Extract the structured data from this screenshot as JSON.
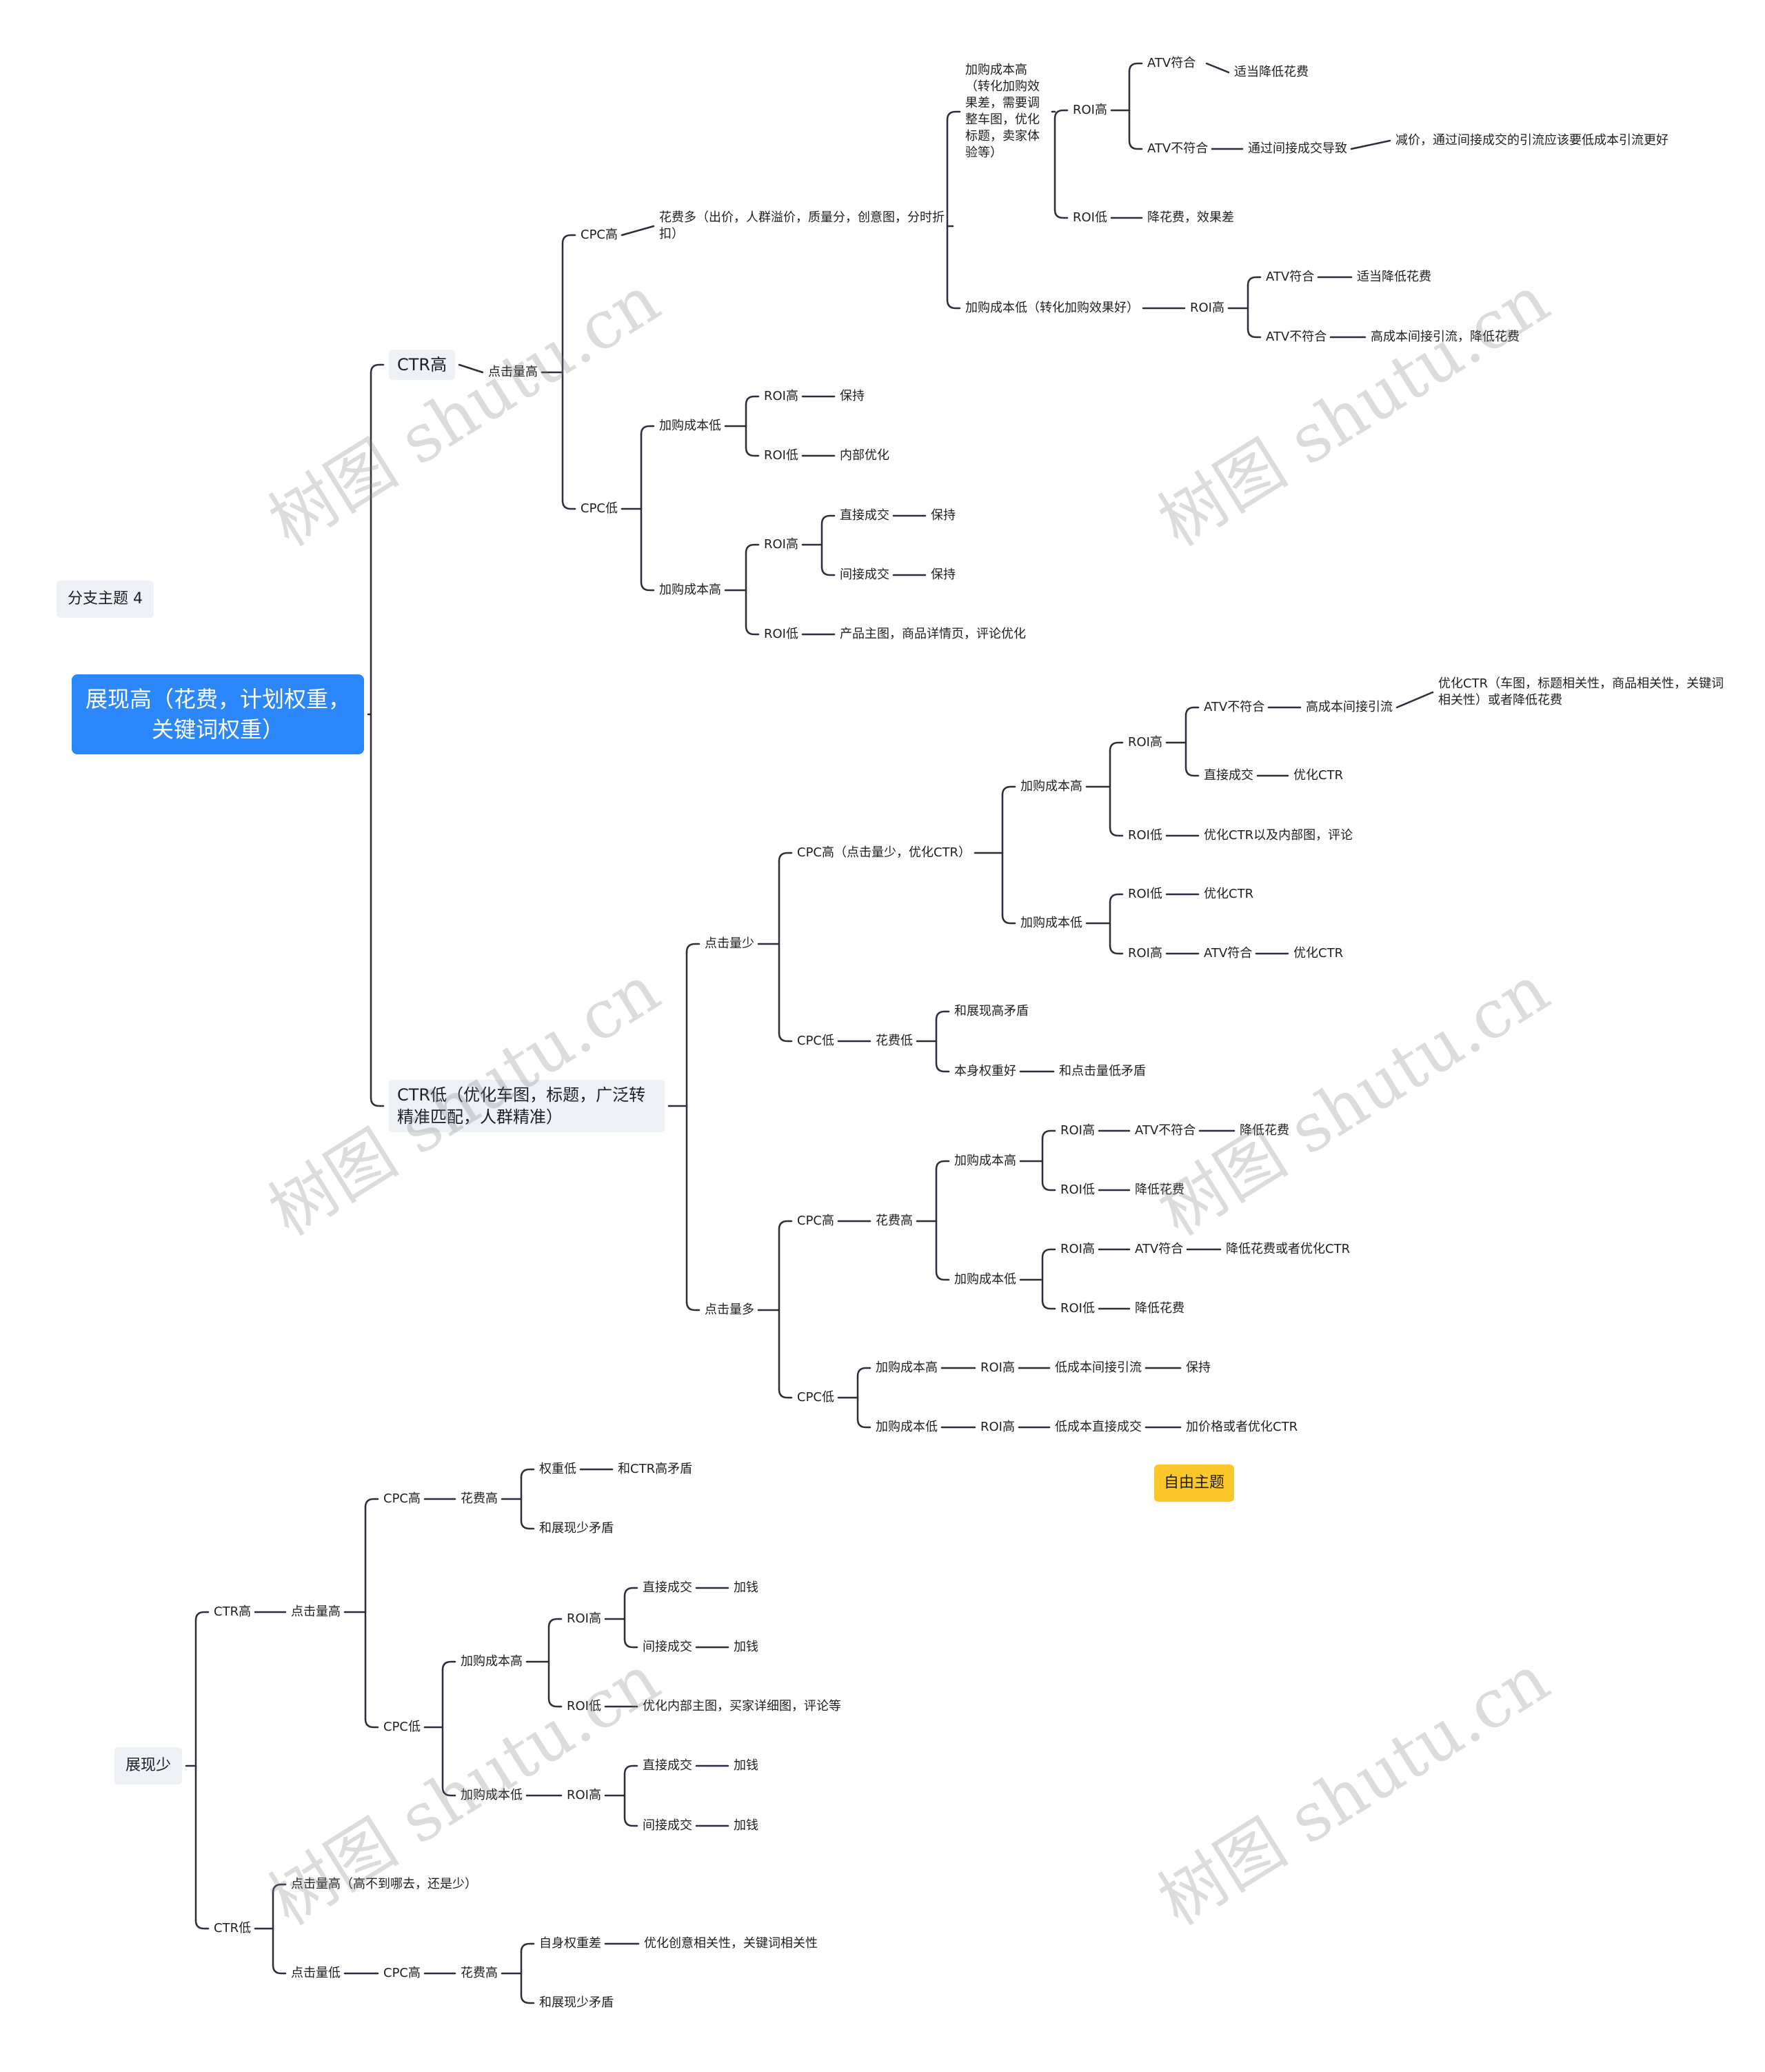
{
  "line_color": "#2a2f3d",
  "root_color": "#2b87fa",
  "free_color": "#fcc72b",
  "watermark": "树图 shutu.cn",
  "floating_topic": "分支主题 4",
  "free_topic": "自由主题",
  "nodes": [
    {
      "id": "root",
      "label": "展现高（花费，计划权重，关键词权重）",
      "children": [
        "a1",
        "a2"
      ]
    },
    {
      "id": "a1",
      "label": "CTR高",
      "children": [
        "b1"
      ]
    },
    {
      "id": "b1",
      "label": "点击量高",
      "children": [
        "c1",
        "c2"
      ]
    },
    {
      "id": "c1",
      "label": "CPC高",
      "children": [
        "d1"
      ]
    },
    {
      "id": "d1",
      "label": "花费多（出价，人群溢价，质量分，创意图，分时折扣）",
      "children": [
        "e1",
        "e2"
      ]
    },
    {
      "id": "e1",
      "label": "加购成本高（转化加购效果差，需要调整车图，优化标题，卖家体验等）",
      "children": [
        "f1",
        "f2"
      ]
    },
    {
      "id": "f1",
      "label": "ROI高",
      "children": [
        "g1",
        "g2"
      ]
    },
    {
      "id": "g1",
      "label": "ATV符合",
      "children": [
        "h1"
      ]
    },
    {
      "id": "h1",
      "label": "适当降低花费",
      "children": []
    },
    {
      "id": "g2",
      "label": "ATV不符合",
      "children": [
        "h2"
      ]
    },
    {
      "id": "h2",
      "label": "通过间接成交导致",
      "children": [
        "i1"
      ]
    },
    {
      "id": "i1",
      "label": "减价，通过间接成交的引流应该要低成本引流更好",
      "children": []
    },
    {
      "id": "f2",
      "label": "ROI低",
      "children": [
        "g3"
      ]
    },
    {
      "id": "g3",
      "label": "降花费，效果差",
      "children": []
    },
    {
      "id": "e2",
      "label": "加购成本低（转化加购效果好）",
      "children": [
        "f3"
      ]
    },
    {
      "id": "f3",
      "label": "ROI高",
      "children": [
        "g4",
        "g5"
      ]
    },
    {
      "id": "g4",
      "label": "ATV符合",
      "children": [
        "h3"
      ]
    },
    {
      "id": "h3",
      "label": "适当降低花费",
      "children": []
    },
    {
      "id": "g5",
      "label": "ATV不符合",
      "children": [
        "h4"
      ]
    },
    {
      "id": "h4",
      "label": "高成本间接引流，降低花费",
      "children": []
    },
    {
      "id": "c2",
      "label": "CPC低",
      "children": [
        "d2",
        "d3"
      ]
    },
    {
      "id": "d2",
      "label": "加购成本低",
      "children": [
        "e3",
        "e4"
      ]
    },
    {
      "id": "e3",
      "label": "ROI高",
      "children": [
        "f4"
      ]
    },
    {
      "id": "f4",
      "label": "保持",
      "children": []
    },
    {
      "id": "e4",
      "label": "ROI低",
      "children": [
        "f5"
      ]
    },
    {
      "id": "f5",
      "label": "内部优化",
      "children": []
    },
    {
      "id": "d3",
      "label": "加购成本高",
      "children": [
        "e5",
        "e6"
      ]
    },
    {
      "id": "e5",
      "label": "ROI高",
      "children": [
        "f6",
        "f7"
      ]
    },
    {
      "id": "f6",
      "label": "直接成交",
      "children": [
        "g6"
      ]
    },
    {
      "id": "g6",
      "label": "保持",
      "children": []
    },
    {
      "id": "f7",
      "label": "间接成交",
      "children": [
        "g7"
      ]
    },
    {
      "id": "g7",
      "label": "保持",
      "children": []
    },
    {
      "id": "e6",
      "label": "ROI低",
      "children": [
        "f8"
      ]
    },
    {
      "id": "f8",
      "label": "产品主图，商品详情页，评论优化",
      "children": []
    },
    {
      "id": "a2",
      "label": "CTR低（优化车图，标题，广泛转精准匹配，人群精准）",
      "children": [
        "b2",
        "b3"
      ]
    },
    {
      "id": "b2",
      "label": "点击量少",
      "children": [
        "c3",
        "c4"
      ]
    },
    {
      "id": "c3",
      "label": "CPC高（点击量少，优化CTR）",
      "children": [
        "d4",
        "d5"
      ]
    },
    {
      "id": "d4",
      "label": "加购成本高",
      "children": [
        "e7",
        "e8"
      ]
    },
    {
      "id": "e7",
      "label": "ROI高",
      "children": [
        "f9",
        "f10"
      ]
    },
    {
      "id": "f9",
      "label": "ATV不符合",
      "children": [
        "g8"
      ]
    },
    {
      "id": "g8",
      "label": "高成本间接引流",
      "children": [
        "h5"
      ]
    },
    {
      "id": "h5",
      "label": "优化CTR（车图，标题相关性，商品相关性，关键词相关性）或者降低花费",
      "children": []
    },
    {
      "id": "f10",
      "label": "直接成交",
      "children": [
        "g9"
      ]
    },
    {
      "id": "g9",
      "label": "优化CTR",
      "children": []
    },
    {
      "id": "e8",
      "label": "ROI低",
      "children": [
        "f11"
      ]
    },
    {
      "id": "f11",
      "label": "优化CTR以及内部图，评论",
      "children": []
    },
    {
      "id": "d5",
      "label": "加购成本低",
      "children": [
        "e9",
        "e10"
      ]
    },
    {
      "id": "e9",
      "label": "ROI低",
      "children": [
        "f12"
      ]
    },
    {
      "id": "f12",
      "label": "优化CTR",
      "children": []
    },
    {
      "id": "e10",
      "label": "ROI高",
      "children": [
        "f13"
      ]
    },
    {
      "id": "f13",
      "label": "ATV符合",
      "children": [
        "g10"
      ]
    },
    {
      "id": "g10",
      "label": "优化CTR",
      "children": []
    },
    {
      "id": "c4",
      "label": "CPC低",
      "children": [
        "d6"
      ]
    },
    {
      "id": "d6",
      "label": "花费低",
      "children": [
        "e11",
        "e12"
      ]
    },
    {
      "id": "e11",
      "label": "和展现高矛盾",
      "children": []
    },
    {
      "id": "e12",
      "label": "本身权重好",
      "children": [
        "f14"
      ]
    },
    {
      "id": "f14",
      "label": "和点击量低矛盾",
      "children": []
    },
    {
      "id": "b3",
      "label": "点击量多",
      "children": [
        "c5",
        "c6"
      ]
    },
    {
      "id": "c5",
      "label": "CPC高",
      "children": [
        "d7"
      ]
    },
    {
      "id": "d7",
      "label": "花费高",
      "children": [
        "e13",
        "e14"
      ]
    },
    {
      "id": "e13",
      "label": "加购成本高",
      "children": [
        "f15",
        "f16"
      ]
    },
    {
      "id": "f15",
      "label": "ROI高",
      "children": [
        "g11"
      ]
    },
    {
      "id": "g11",
      "label": "ATV不符合",
      "children": [
        "h6"
      ]
    },
    {
      "id": "h6",
      "label": "降低花费",
      "children": []
    },
    {
      "id": "f16",
      "label": "ROI低",
      "children": [
        "g12"
      ]
    },
    {
      "id": "g12",
      "label": "降低花费",
      "children": []
    },
    {
      "id": "e14",
      "label": "加购成本低",
      "children": [
        "f17",
        "f18"
      ]
    },
    {
      "id": "f17",
      "label": "ROI高",
      "children": [
        "g13"
      ]
    },
    {
      "id": "g13",
      "label": "ATV符合",
      "children": [
        "h7"
      ]
    },
    {
      "id": "h7",
      "label": "降低花费或者优化CTR",
      "children": []
    },
    {
      "id": "f18",
      "label": "ROI低",
      "children": [
        "g14"
      ]
    },
    {
      "id": "g14",
      "label": "降低花费",
      "children": []
    },
    {
      "id": "c6",
      "label": "CPC低",
      "children": [
        "d8",
        "d9"
      ]
    },
    {
      "id": "d8",
      "label": "加购成本高",
      "children": [
        "e15"
      ]
    },
    {
      "id": "e15",
      "label": "ROI高",
      "children": [
        "f19"
      ]
    },
    {
      "id": "f19",
      "label": "低成本间接引流",
      "children": [
        "g15"
      ]
    },
    {
      "id": "g15",
      "label": "保持",
      "children": []
    },
    {
      "id": "d9",
      "label": "加购成本低",
      "children": [
        "e16"
      ]
    },
    {
      "id": "e16",
      "label": "ROI高",
      "children": [
        "f20"
      ]
    },
    {
      "id": "f20",
      "label": "低成本直接成交",
      "children": [
        "g16"
      ]
    },
    {
      "id": "g16",
      "label": "加价格或者优化CTR",
      "children": []
    },
    {
      "id": "root2",
      "label": "展现少",
      "children": [
        "k1",
        "k2"
      ]
    },
    {
      "id": "k1",
      "label": "CTR高",
      "children": [
        "l1"
      ]
    },
    {
      "id": "l1",
      "label": "点击量高",
      "children": [
        "m1",
        "m2"
      ]
    },
    {
      "id": "m1",
      "label": "CPC高",
      "children": [
        "n1"
      ]
    },
    {
      "id": "n1",
      "label": "花费高",
      "children": [
        "o1",
        "o2"
      ]
    },
    {
      "id": "o1",
      "label": "权重低",
      "children": [
        "p1"
      ]
    },
    {
      "id": "p1",
      "label": "和CTR高矛盾",
      "children": []
    },
    {
      "id": "o2",
      "label": "和展现少矛盾",
      "children": []
    },
    {
      "id": "m2",
      "label": "CPC低",
      "children": [
        "n2",
        "n3"
      ]
    },
    {
      "id": "n2",
      "label": "加购成本高",
      "children": [
        "o3",
        "o4"
      ]
    },
    {
      "id": "o3",
      "label": "ROI高",
      "children": [
        "p2",
        "p3"
      ]
    },
    {
      "id": "p2",
      "label": "直接成交",
      "children": [
        "q1"
      ]
    },
    {
      "id": "q1",
      "label": "加钱",
      "children": []
    },
    {
      "id": "p3",
      "label": "间接成交",
      "children": [
        "q2"
      ]
    },
    {
      "id": "q2",
      "label": "加钱",
      "children": []
    },
    {
      "id": "o4",
      "label": "ROI低",
      "children": [
        "p4"
      ]
    },
    {
      "id": "p4",
      "label": "优化内部主图，买家详细图，评论等",
      "children": []
    },
    {
      "id": "n3",
      "label": "加购成本低",
      "children": [
        "o5"
      ]
    },
    {
      "id": "o5",
      "label": "ROI高",
      "children": [
        "p5",
        "p6"
      ]
    },
    {
      "id": "p5",
      "label": "直接成交",
      "children": [
        "q3"
      ]
    },
    {
      "id": "q3",
      "label": "加钱",
      "children": []
    },
    {
      "id": "p6",
      "label": "间接成交",
      "children": [
        "q4"
      ]
    },
    {
      "id": "q4",
      "label": "加钱",
      "children": []
    },
    {
      "id": "k2",
      "label": "CTR低",
      "children": [
        "l2",
        "l3"
      ]
    },
    {
      "id": "l2",
      "label": "点击量高（高不到哪去，还是少）",
      "children": []
    },
    {
      "id": "l3",
      "label": "点击量低",
      "children": [
        "m3"
      ]
    },
    {
      "id": "m3",
      "label": "CPC高",
      "children": [
        "n4"
      ]
    },
    {
      "id": "n4",
      "label": "花费高",
      "children": [
        "o6",
        "o7"
      ]
    },
    {
      "id": "o6",
      "label": "自身权重差",
      "children": [
        "p7"
      ]
    },
    {
      "id": "p7",
      "label": "优化创意相关性，关键词相关性",
      "children": []
    },
    {
      "id": "o7",
      "label": "和展现少矛盾",
      "children": []
    }
  ]
}
